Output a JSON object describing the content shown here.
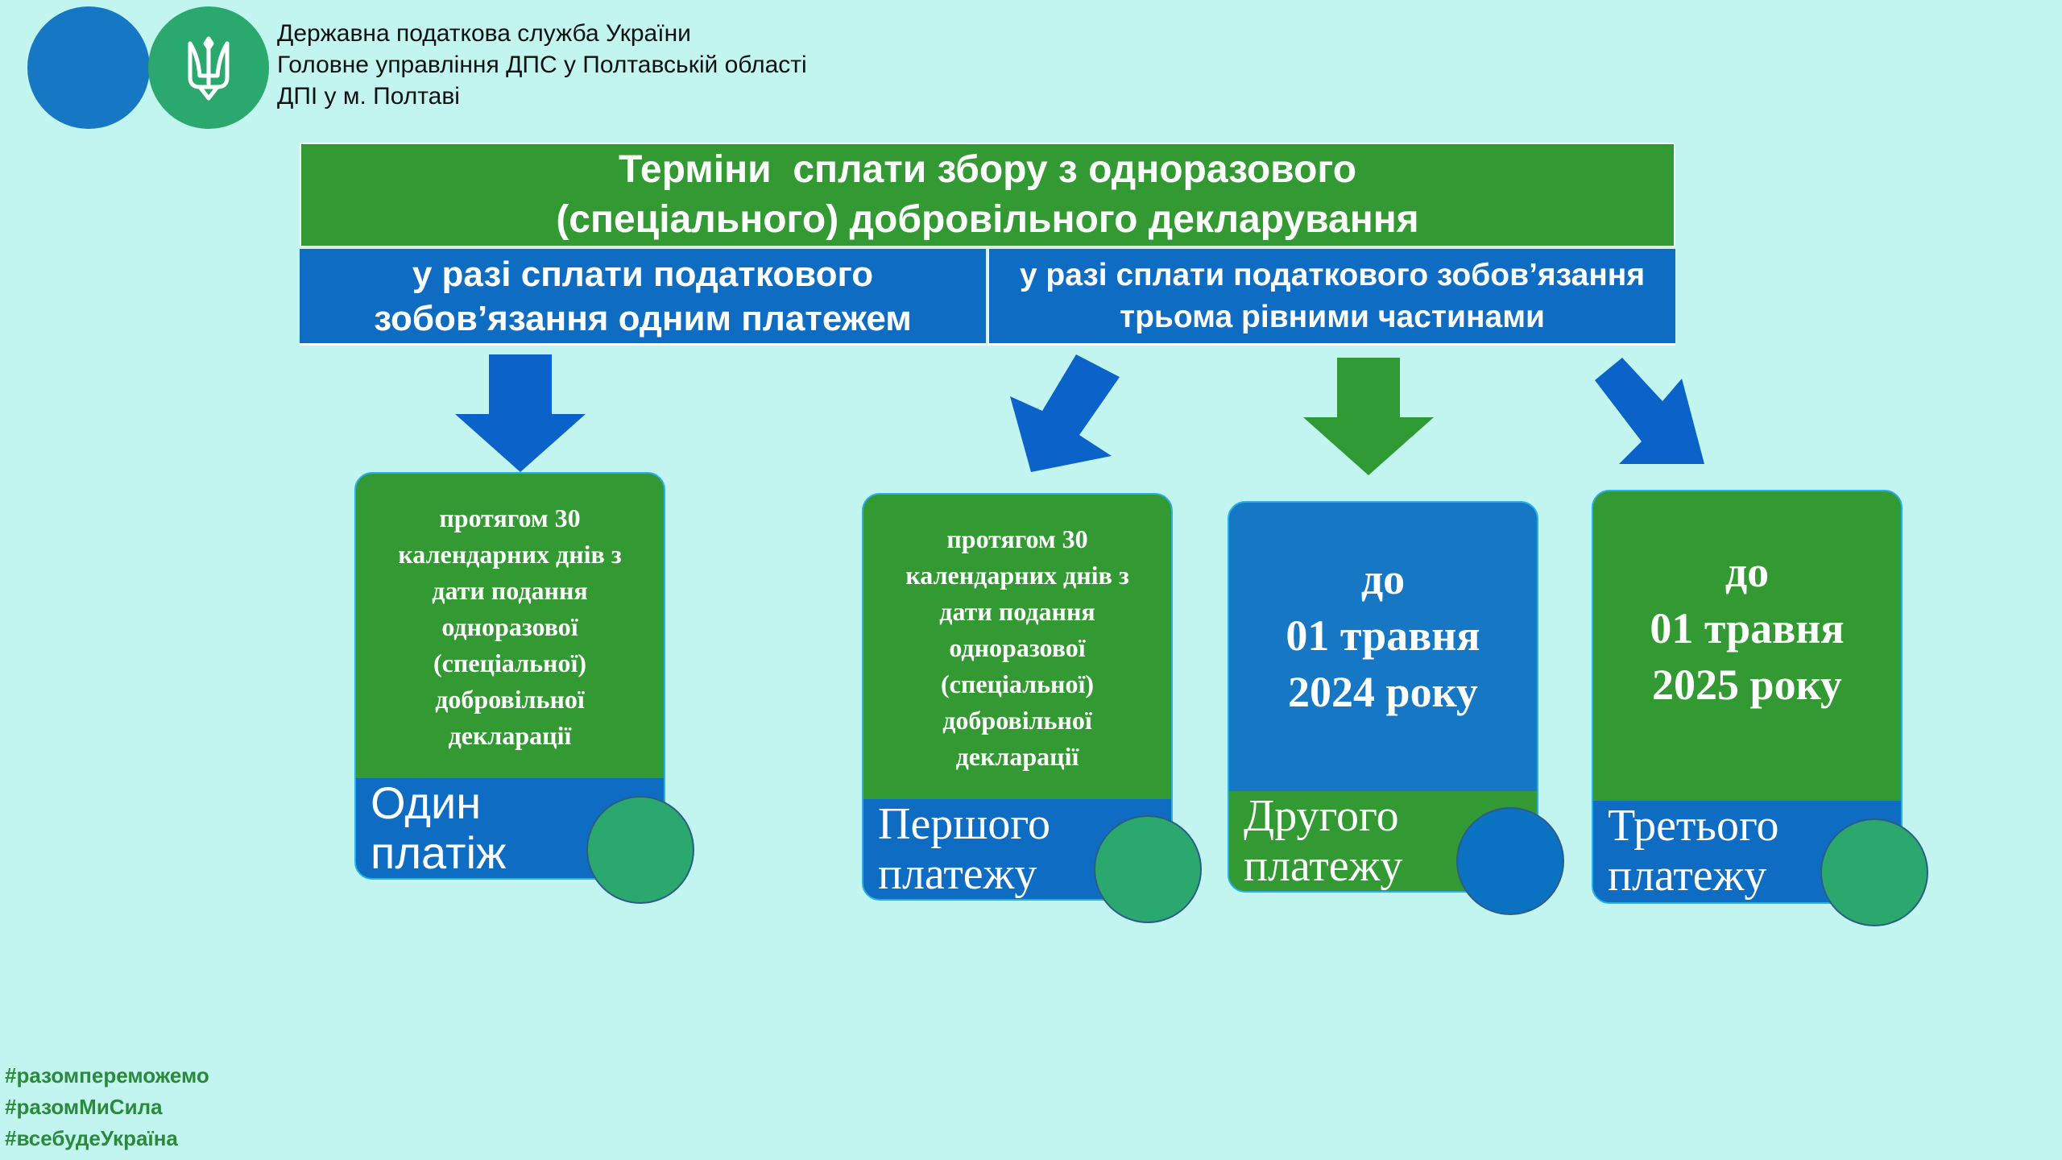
{
  "header": {
    "org_lines": [
      "Державна податкова служба України",
      "Головне управління ДПС у Полтавській області",
      "ДПІ у м. Полтаві"
    ],
    "logo_colors": {
      "left": "#1677c4",
      "right": "#2aa86d"
    }
  },
  "title": {
    "line1": "Терміни  сплати збору з одноразового",
    "line2": "(спеціального) добровільного декларування"
  },
  "options": {
    "left": {
      "line1": "у разі сплати податкового",
      "line2": "зобов’язання одним платежем"
    },
    "right": {
      "line1": "у разі сплати податкового зобов’язання",
      "line2": "трьома рівними частинами"
    }
  },
  "cards": [
    {
      "top_lines": [
        "протягом 30",
        "календарних днів з",
        "дати подання",
        "одноразової",
        "(спеціальної)",
        "добровільної",
        "декларації"
      ],
      "bottom_lines": [
        "Один",
        "платіж"
      ]
    },
    {
      "top_lines": [
        "протягом 30",
        "календарних днів з",
        "дати подання",
        "одноразової",
        "(спеціальної)",
        "добровільної",
        "декларації"
      ],
      "bottom_lines": [
        "Першого",
        "платежу"
      ]
    },
    {
      "top_lines": [
        "до",
        "01 травня",
        "2024 року"
      ],
      "bottom_lines": [
        "Другого",
        "платежу"
      ]
    },
    {
      "top_lines": [
        "до",
        "01 травня",
        "2025 року"
      ],
      "bottom_lines": [
        "Третього",
        "платежу"
      ]
    }
  ],
  "colors": {
    "background": "#c2f5ef",
    "green": "#339933",
    "blue": "#0e6cc2",
    "arrow_blue": "#0b62c9",
    "arrow_green": "#2f9a34",
    "dot_green": "#2aa86d",
    "dot_blue": "#0a72c0",
    "hashtag": "#2a8a3c"
  },
  "hashtags": [
    "#разомпереможемо",
    "#разомМиСила",
    "#всебудеУкраїна"
  ]
}
